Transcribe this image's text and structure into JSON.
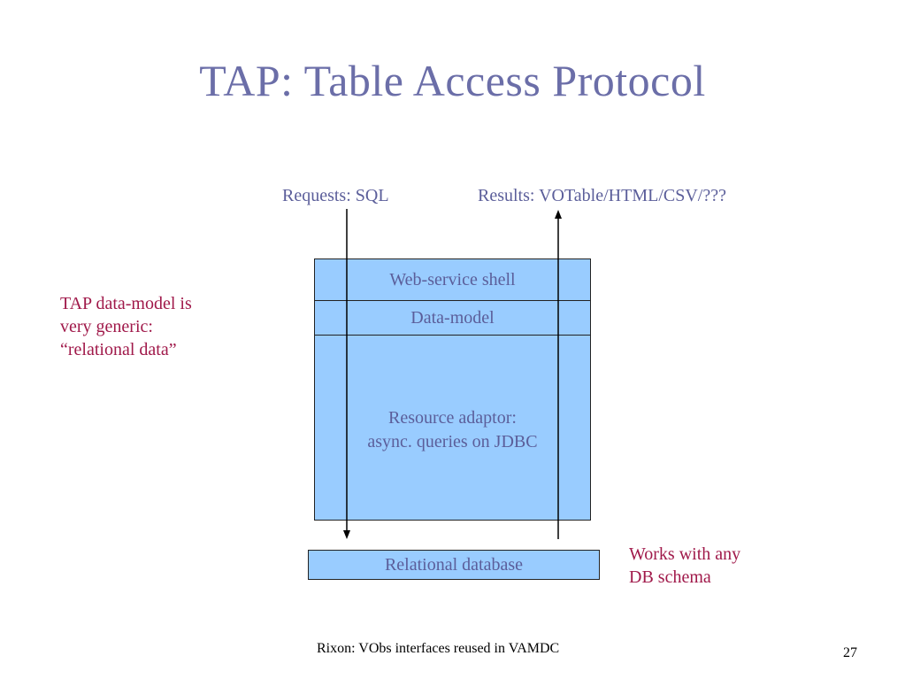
{
  "slide": {
    "title": "TAP: Table Access Protocol",
    "requests_label": "Requests: SQL",
    "results_label": "Results: VOTable/HTML/CSV/???",
    "left_note": [
      "TAP data-model is",
      "very generic:",
      "“relational data”"
    ],
    "stack": {
      "web_service_shell": "Web-service shell",
      "data_model": "Data-model",
      "resource_adaptor": [
        "Resource adaptor:",
        "async. queries on JDBC"
      ]
    },
    "database": "Relational database",
    "right_note": [
      "Works with any",
      "DB schema"
    ],
    "footer": "Rixon: VObs interfaces reused in VAMDC",
    "page_number": "27"
  },
  "colors": {
    "title": "#6b6ea8",
    "box_fill": "#99ccff",
    "note_red": "#a0194a"
  }
}
